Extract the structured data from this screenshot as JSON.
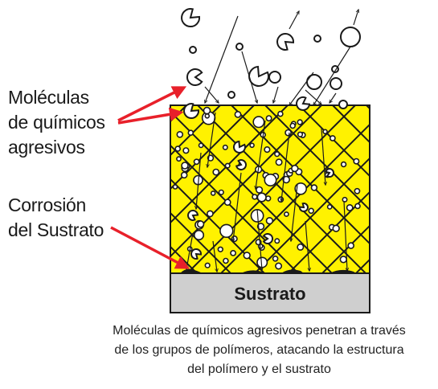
{
  "labels": {
    "molecules": [
      "Moléculas",
      "de químicos",
      "agresivos"
    ],
    "corrosion": [
      "Corrosión",
      "del Sustrato"
    ]
  },
  "substrate_label": "Sustrato",
  "caption": [
    "Moléculas de químicos agresivos penetran a través",
    "de los grupos de polímeros, atacando la estructura",
    "del polímero y el sustrato"
  ],
  "colors": {
    "coating": "#fff200",
    "substrate": "#cfcfcf",
    "arrow": "#e8202a",
    "ink": "#1a1a1a"
  }
}
